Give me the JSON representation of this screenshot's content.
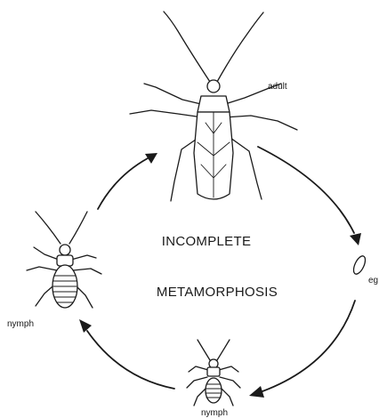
{
  "diagram": {
    "title_line1": "INCOMPLETE",
    "title_line2": "METAMORPHOSIS",
    "stages": {
      "adult": "adult",
      "egg": "eg",
      "nymph_bottom": "nymph",
      "nymph_left": "nymph"
    }
  }
}
